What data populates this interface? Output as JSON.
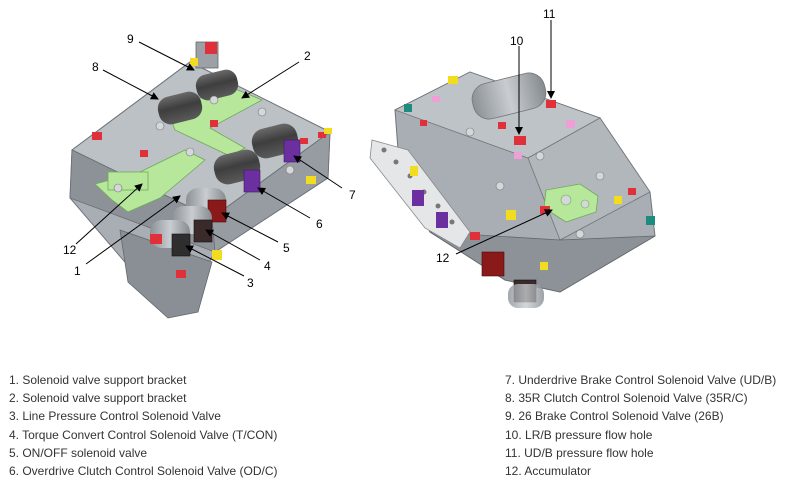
{
  "callouts": {
    "c1": "1",
    "c2": "2",
    "c3": "3",
    "c4": "4",
    "c5": "5",
    "c6": "6",
    "c7": "7",
    "c8": "8",
    "c9": "9",
    "c10": "10",
    "c11": "11",
    "c12_left": "12",
    "c12_right": "12"
  },
  "legend": {
    "left": [
      "1. Solenoid valve support bracket",
      "2. Solenoid valve support bracket",
      "3. Line Pressure Control Solenoid Valve",
      "4. Torque Convert Control Solenoid Valve (T/CON)",
      "5. ON/OFF solenoid valve",
      "6. Overdrive Clutch Control Solenoid Valve (OD/C)"
    ],
    "right": [
      "7. Underdrive Brake Control Solenoid Valve (UD/B)",
      "8. 35R Clutch Control Solenoid Valve (35R/C)",
      "9. 26 Brake Control Solenoid Valve (26B)",
      "10. LR/B pressure flow hole",
      "11. UD/B pressure flow hole",
      "12. Accumulator"
    ]
  },
  "colors": {
    "body_gray": "#a9aeb4",
    "body_dark": "#7d8288",
    "bracket_green": "#b7e79a",
    "solenoid_dark": "#4a4a4a",
    "connector_purple": "#6b2fa0",
    "connector_red": "#8a1a1a",
    "port_red": "#e0303a",
    "port_yellow": "#f2dc1f",
    "port_teal": "#1d8b7d",
    "port_pink": "#ee9fd6"
  }
}
